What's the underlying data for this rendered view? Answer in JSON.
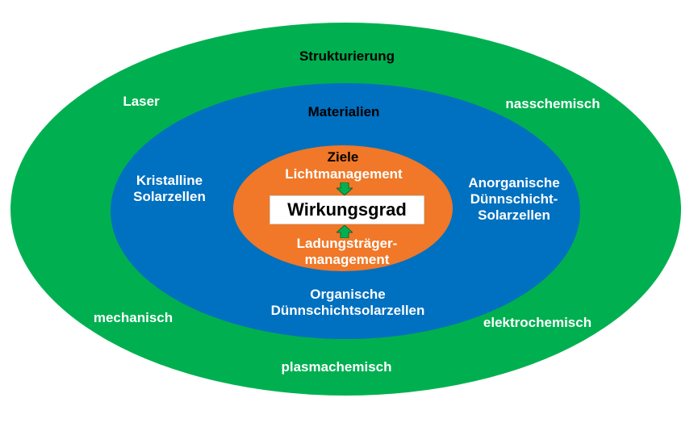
{
  "colors": {
    "outer": "#00b050",
    "middle": "#0070c0",
    "inner": "#f07828",
    "arrow": "#00b050"
  },
  "outer_ring": {
    "title": "Strukturierung",
    "items": [
      "Laser",
      "nasschemisch",
      "mechanisch",
      "elektrochemisch",
      "plasmachemisch"
    ]
  },
  "middle_ring": {
    "title": "Materialien",
    "items": [
      "Kristalline\nSolarzellen",
      "Anorganische\nDünnschicht-\nSolarzellen",
      "Organische\nDünnschichtsolarzellen"
    ]
  },
  "inner_ring": {
    "title": "Ziele",
    "items": [
      "Lichtmanagement",
      "Ladungsträger-\nmanagement"
    ]
  },
  "center": {
    "label": "Wirkungsgrad"
  },
  "icons": {
    "arrow_down": "arrow-down-icon",
    "arrow_up": "arrow-up-icon"
  }
}
